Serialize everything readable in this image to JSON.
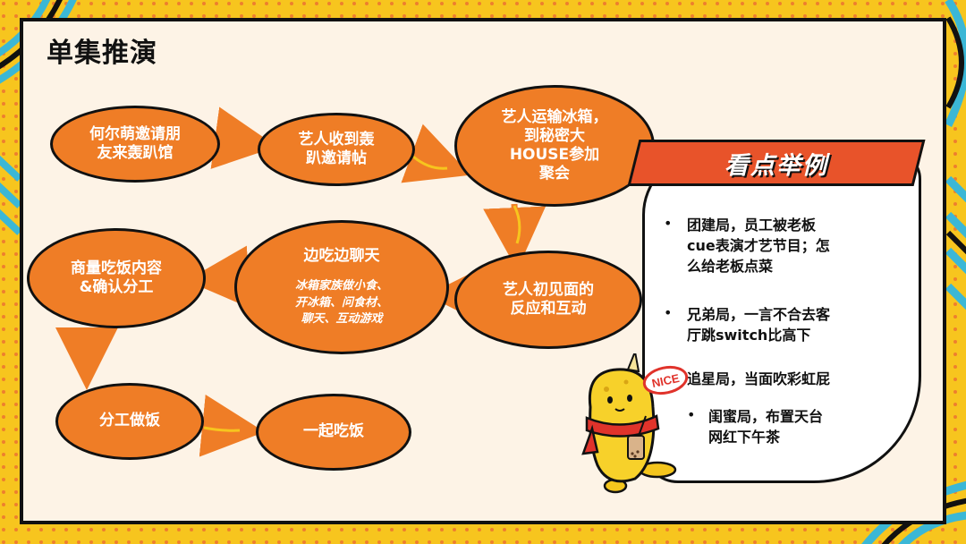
{
  "slide": {
    "title": "单集推演"
  },
  "flow": {
    "nodes": [
      {
        "id": "n1",
        "label": "何尔萌邀请朋\n友来轰趴馆"
      },
      {
        "id": "n2",
        "label": "艺人收到轰\n趴邀请帖"
      },
      {
        "id": "n3",
        "label": "艺人运输冰箱，\n到秘密大\nHOUSE参加\n聚会"
      },
      {
        "id": "n4",
        "label": "艺人初见面的\n反应和互动"
      },
      {
        "id": "n5",
        "label": "边吃边聊天",
        "note": "冰箱家族做小食、\n开冰箱、问食材、\n聊天、互动游戏"
      },
      {
        "id": "n6",
        "label": "商量吃饭内容\n&确认分工"
      },
      {
        "id": "n7",
        "label": "分工做饭"
      },
      {
        "id": "n8",
        "label": "一起吃饭"
      }
    ]
  },
  "highlights": {
    "banner": "看点举例",
    "items": [
      "团建局，员工被老板\ncue表演才艺节目；怎\n么给老板点菜",
      "兄弟局，一言不合去客\n厅跳switch比高下",
      "追星局，当面吹彩虹屁",
      "闺蜜局，布置天台\n网红下午茶"
    ],
    "bullet": "•"
  },
  "mascot": {
    "sign": "NICE"
  },
  "colors": {
    "node_fill": "#ef7d26",
    "arrow": "#ef7d26",
    "banner": "#e8532a",
    "frame": "#f7c51e",
    "stripe": "#3bb7d6"
  }
}
